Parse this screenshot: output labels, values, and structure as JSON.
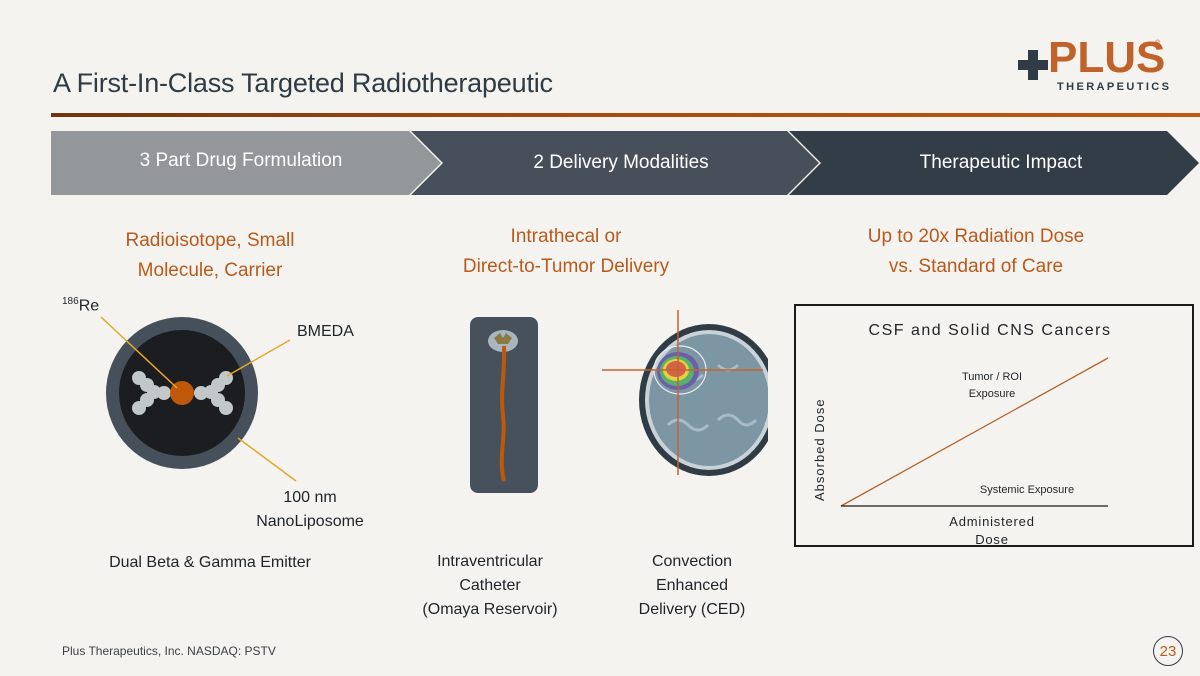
{
  "slide": {
    "title": "A First-In-Class Targeted Radiotherapeutic",
    "page_number": "23",
    "footer": "Plus Therapeutics, Inc.  NASDAQ:  PSTV"
  },
  "logo": {
    "word": "PLUS",
    "subtitle": "THERAPEUTICS",
    "registered": "®"
  },
  "colors": {
    "accent_orange": "#b85a1c",
    "chevron_1": "#939799",
    "chevron_2": "#47505a",
    "chevron_3": "#323d47",
    "rule": "#a3490f"
  },
  "chevrons": [
    {
      "label": "3 Part Drug Formulation"
    },
    {
      "label": "2 Delivery Modalities"
    },
    {
      "label": "Therapeutic Impact"
    }
  ],
  "columns": {
    "formulation": {
      "heading_line1": "Radioisotope, Small",
      "heading_line2": "Molecule, Carrier",
      "isotope_mass": "186",
      "isotope_symbol": "Re",
      "bmeda_label": "BMEDA",
      "liposome_line1": "100 nm",
      "liposome_line2": "NanoLiposome",
      "caption": "Dual Beta & Gamma Emitter"
    },
    "delivery": {
      "heading_line1": "Intrathecal or",
      "heading_line2": "Direct-to-Tumor Delivery",
      "catheter_caption": [
        "Intraventricular",
        "Catheter",
        "(Omaya Reservoir)"
      ],
      "ced_caption": [
        "Convection",
        "Enhanced",
        "Delivery (CED)"
      ]
    },
    "impact": {
      "heading_line1": "Up to 20x Radiation Dose",
      "heading_line2": "vs. Standard of Care"
    }
  },
  "chart_data": {
    "type": "line",
    "title": "CSF and Solid CNS Cancers",
    "xlabel": "Administered Dose",
    "ylabel": "Absorbed Dose",
    "grid": false,
    "xlim": [
      0,
      1
    ],
    "ylim": [
      0,
      1
    ],
    "series": [
      {
        "name": "Tumor / ROI Exposure",
        "x": [
          0,
          1
        ],
        "y": [
          0,
          1
        ],
        "color": "#b5622a"
      },
      {
        "name": "Systemic Exposure",
        "x": [
          0,
          1
        ],
        "y": [
          0,
          0
        ],
        "color": "#1a1a1a"
      }
    ],
    "annotations": [
      {
        "text_line1": "Tumor / ROI",
        "text_line2": "Exposure"
      },
      {
        "text": "Systemic Exposure"
      }
    ]
  }
}
